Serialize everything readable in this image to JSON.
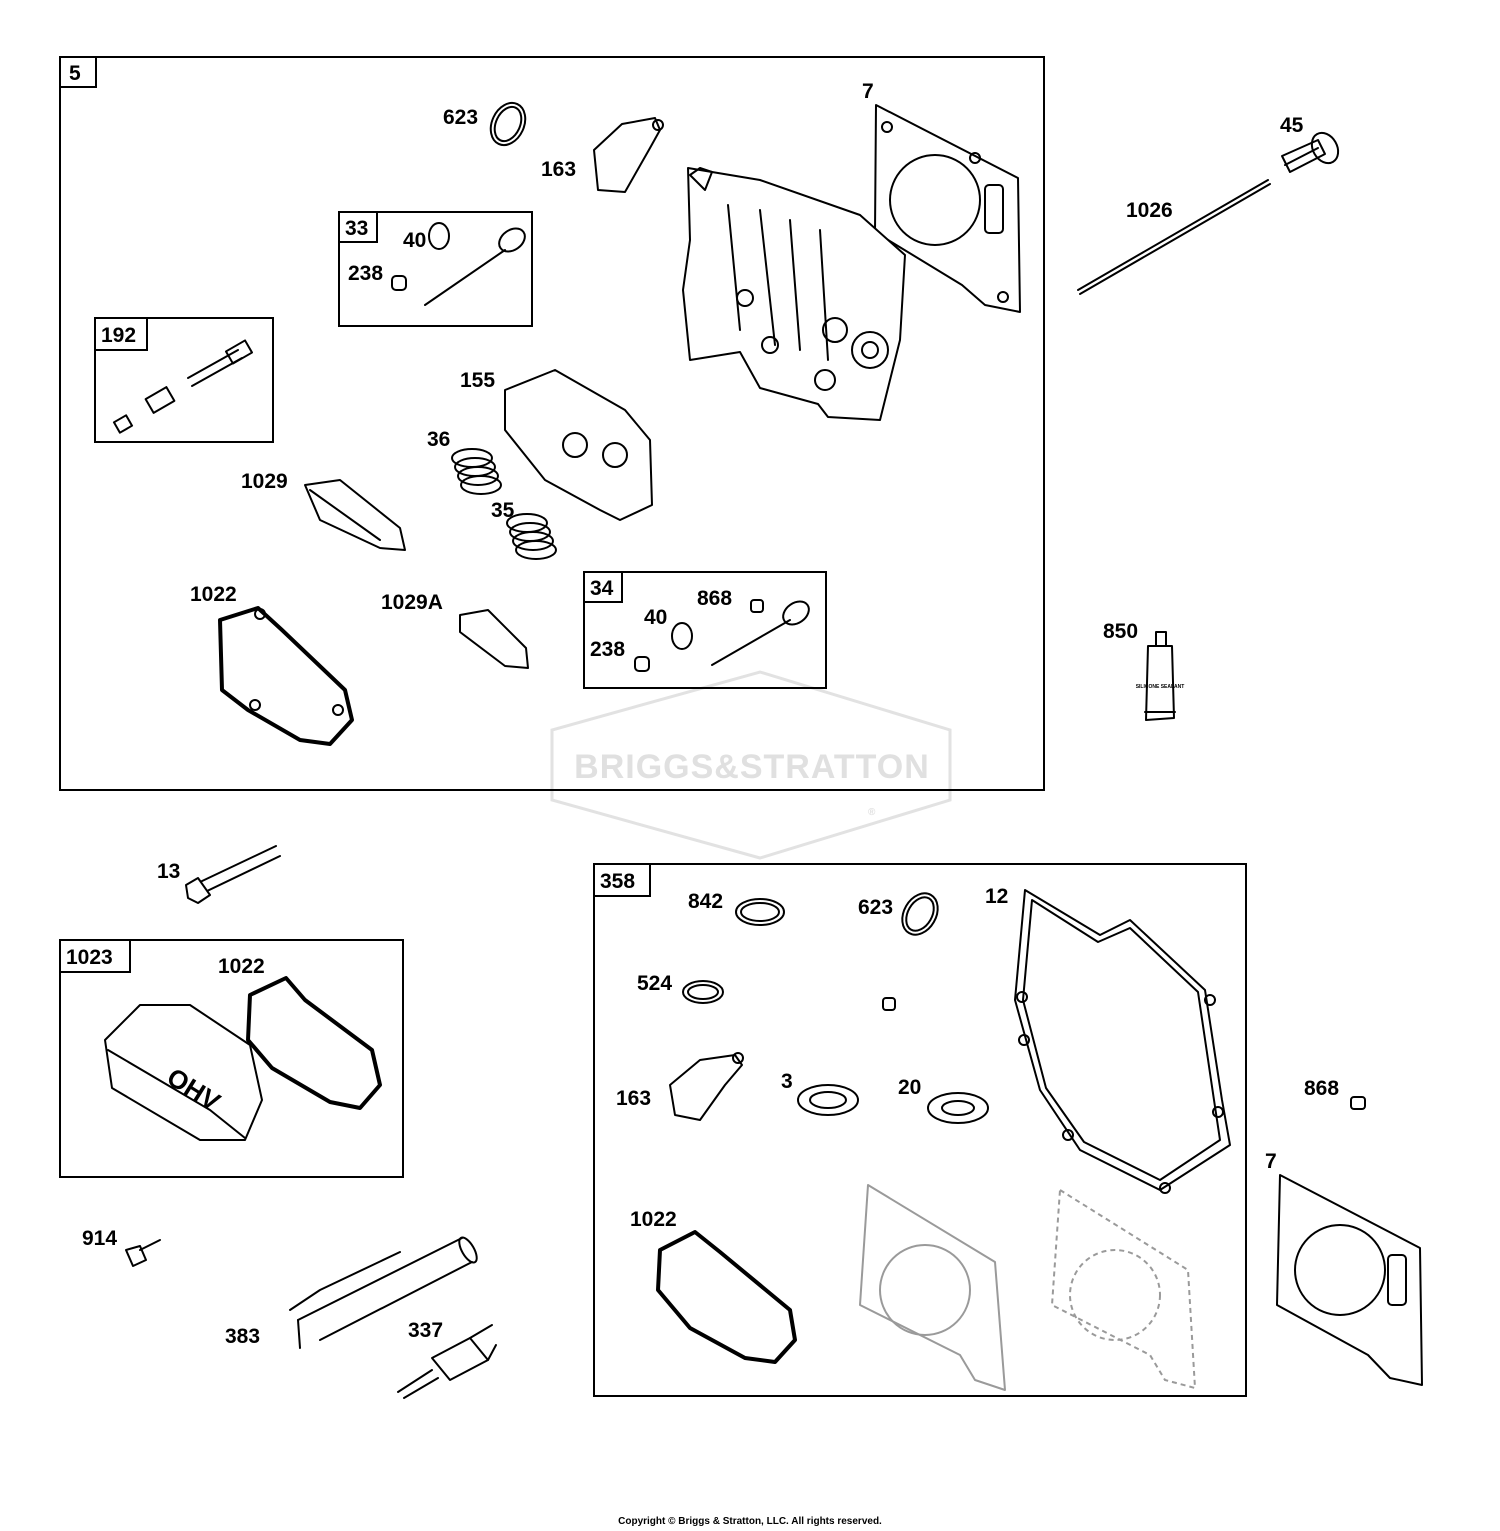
{
  "watermark": {
    "brand": "BRIGGS&STRATTON",
    "reg": "®"
  },
  "copyright": "Copyright © Briggs & Stratton, LLC. All rights reserved.",
  "groups": {
    "g5": "5",
    "g33": "33",
    "g34": "34",
    "g192": "192",
    "g1023": "1023",
    "g358": "358"
  },
  "parts": {
    "p623a": "623",
    "p163a": "163",
    "p7a": "7",
    "p45": "45",
    "p1026": "1026",
    "p40a": "40",
    "p238a": "238",
    "p155": "155",
    "p36": "36",
    "p35": "35",
    "p1029": "1029",
    "p1022a": "1022",
    "p1029A": "1029A",
    "p868a": "868",
    "p40b": "40",
    "p238b": "238",
    "p850": "850",
    "p13": "13",
    "p1022b": "1022",
    "p914": "914",
    "p383": "383",
    "p337": "337",
    "p842": "842",
    "p623b": "623",
    "p12": "12",
    "p524": "524",
    "p163b": "163",
    "p3": "3",
    "p20": "20",
    "p1022c": "1022",
    "p868b": "868",
    "p7b": "7"
  },
  "icons": {
    "ohv_cover_text": "OHV",
    "tube_text": "SILICONE SEALANT"
  }
}
